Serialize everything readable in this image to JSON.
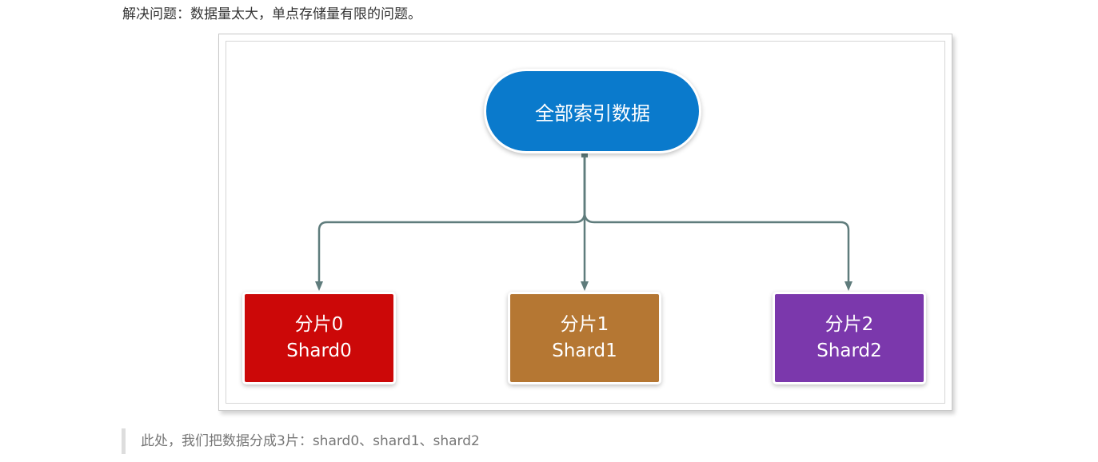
{
  "intro_text": "解决问题：数据量太大，单点存储量有限的问题。",
  "diagram": {
    "root": {
      "label": "全部索引数据",
      "color": "#0a7acc"
    },
    "shards": [
      {
        "label_cn": "分片0",
        "label_en": "Shard0",
        "color": "#cc0808"
      },
      {
        "label_cn": "分片1",
        "label_en": "Shard1",
        "color": "#b57733"
      },
      {
        "label_cn": "分片2",
        "label_en": "Shard2",
        "color": "#7b38ac"
      }
    ],
    "connector_color": "#5f7c7c"
  },
  "quote_text": "此处，我们把数据分成3片：shard0、shard1、shard2"
}
